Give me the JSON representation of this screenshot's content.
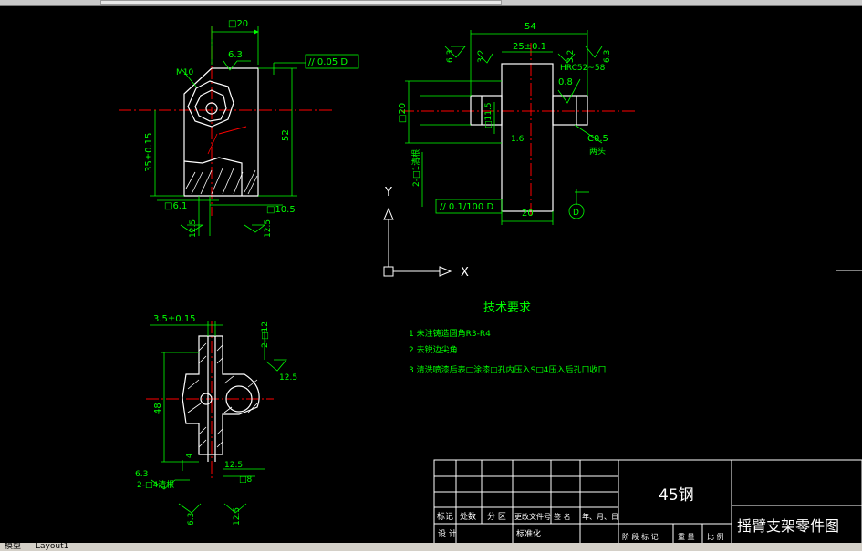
{
  "tabs": [
    "模型",
    "Layout1"
  ],
  "ucs": {
    "x_label": "X",
    "y_label": "Y"
  },
  "dims": {
    "v1_top": "□20",
    "v1_rough_top": "6.3",
    "v1_tol": "// 0.05 D",
    "v1_m": "M10",
    "v1_height": "35±0.15",
    "v1_right": "52",
    "v1_b1": "□6.1",
    "v1_b2": "□10.5",
    "v1_r1": "12.5",
    "v1_r2": "12.5",
    "v2_top": "54",
    "v2_mid": "25±0.1",
    "v2_r63a": "6.3",
    "v2_r32a": "3.2",
    "v2_r32b": "3.2",
    "v2_r63b": "6.3",
    "v2_hrc": "HRC52~58",
    "v2_r08": "0.8",
    "v2_phi": "□20",
    "v2_d115": "□11.5",
    "v2_d16": "1.6",
    "v2_c05": "C0.5",
    "v2_both": "两头",
    "v2_side": "2-□1清根",
    "v2_tol": "// 0.1/100 D",
    "v2_bot": "20",
    "v2_datum": "D",
    "v3_top": "3.5±0.15",
    "v3_r": "2-□12",
    "v3_r125": "12.5",
    "v3_h": "48",
    "v3_small": "4",
    "v3_r63": "6.3",
    "v3_text": "2-□4清根",
    "v3_r125b": "12.5",
    "v3_s8": "□8",
    "v3_r63b": "6.3",
    "v3_r125c": "12.5"
  },
  "notes": {
    "title": "技术要求",
    "items": [
      "1 未注铸造圆角R3-R4",
      "2 去锐边尖角",
      "3 清洗喷漆后表□涂漆□孔内压入S□4压入后孔口收口"
    ]
  },
  "title_block": {
    "material": "45钢",
    "title": "摇臂支架零件图",
    "rev_headers": [
      "标记",
      "处数",
      "分 区",
      "更改文件号",
      "签 名",
      "年、月、日"
    ],
    "sign_row": [
      "设 计",
      "标准化"
    ],
    "bottom": [
      "阶 段 标 记",
      "重 量",
      "比 例"
    ]
  },
  "colors": {
    "green": "#00ff00",
    "red": "#ff0000",
    "white": "#ffffff",
    "gray": "#c0c0c0"
  }
}
